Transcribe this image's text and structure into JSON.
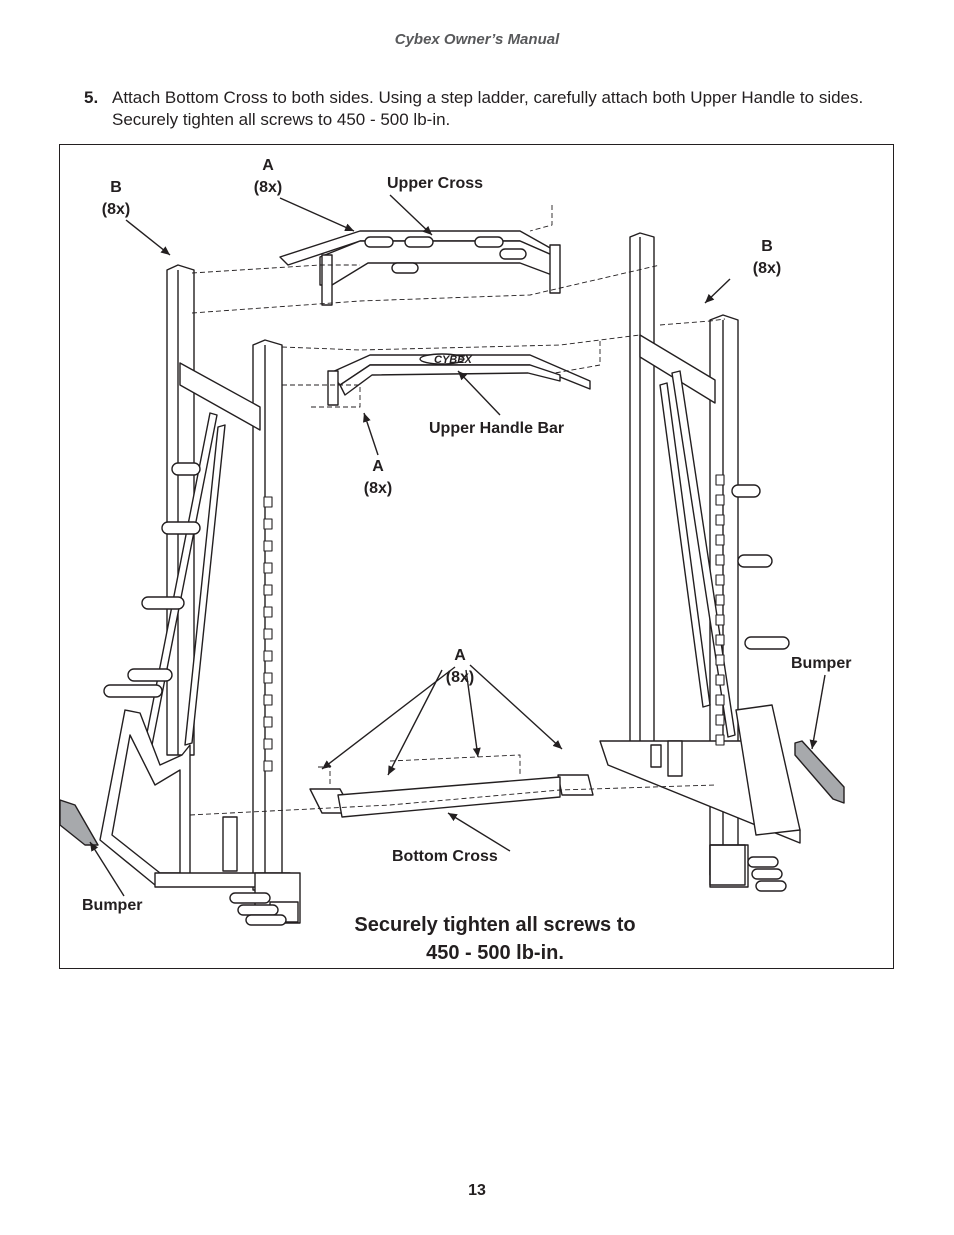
{
  "header": {
    "title": "Cybex Owner’s Manual"
  },
  "step": {
    "number": "5.",
    "text": "Attach Bottom Cross to both sides. Using a step ladder, carefully attach both Upper Handle to sides. Securely tighten all screws to 450 - 500 lb-in."
  },
  "figure": {
    "labels": {
      "a_top": {
        "letter": "A",
        "count": "(8x)"
      },
      "b_left": {
        "letter": "B",
        "count": "(8x)"
      },
      "b_right": {
        "letter": "B",
        "count": "(8x)"
      },
      "a_mid": {
        "letter": "A",
        "count": "(8x)"
      },
      "a_bottom": {
        "letter": "A",
        "count": "(8x)"
      },
      "upper_cross": "Upper Cross",
      "upper_handle_bar": "Upper Handle Bar",
      "bottom_cross": "Bottom Cross",
      "bumper_left": "Bumper",
      "bumper_right": "Bumper",
      "brand_logo": "CYBEX"
    },
    "note_line1": "Securely tighten all screws to",
    "note_line2": "450 - 500 lb-in."
  },
  "footer": {
    "page_number": "13"
  }
}
